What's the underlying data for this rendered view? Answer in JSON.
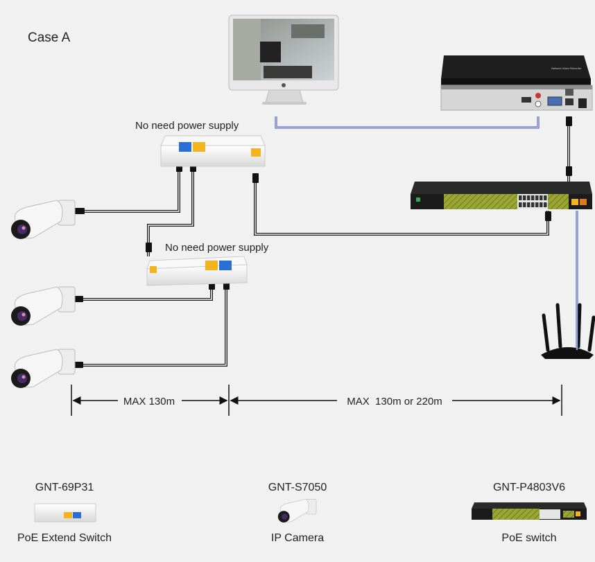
{
  "case_title": "Case A",
  "labels": {
    "no_power_top": "No need power supply",
    "no_power_mid": "No need power supply"
  },
  "distances": {
    "left": "MAX 130m",
    "right": "MAX  130m or 220m"
  },
  "legend": [
    {
      "model": "GNT-69P31",
      "caption": "PoE Extend Switch"
    },
    {
      "model": "GNT-S7050",
      "caption": "IP Camera"
    },
    {
      "model": "GNT-P4803V6",
      "caption": "PoE switch"
    }
  ],
  "colors": {
    "background": "#f1f1f1",
    "cable_black": "#1a1a1a",
    "cable_blue": "#2f4fa5",
    "switch_green": "#8a9a2a",
    "port_yellow": "#f2b51f",
    "port_blue": "#2a6fd6"
  },
  "icons": {
    "monitor": "imac-monitor-icon",
    "nvr": "nvr-recorder-icon",
    "router": "wifi-router-icon",
    "camera": "bullet-camera-icon",
    "extender": "poe-extender-icon",
    "switch": "poe-switch-icon"
  }
}
